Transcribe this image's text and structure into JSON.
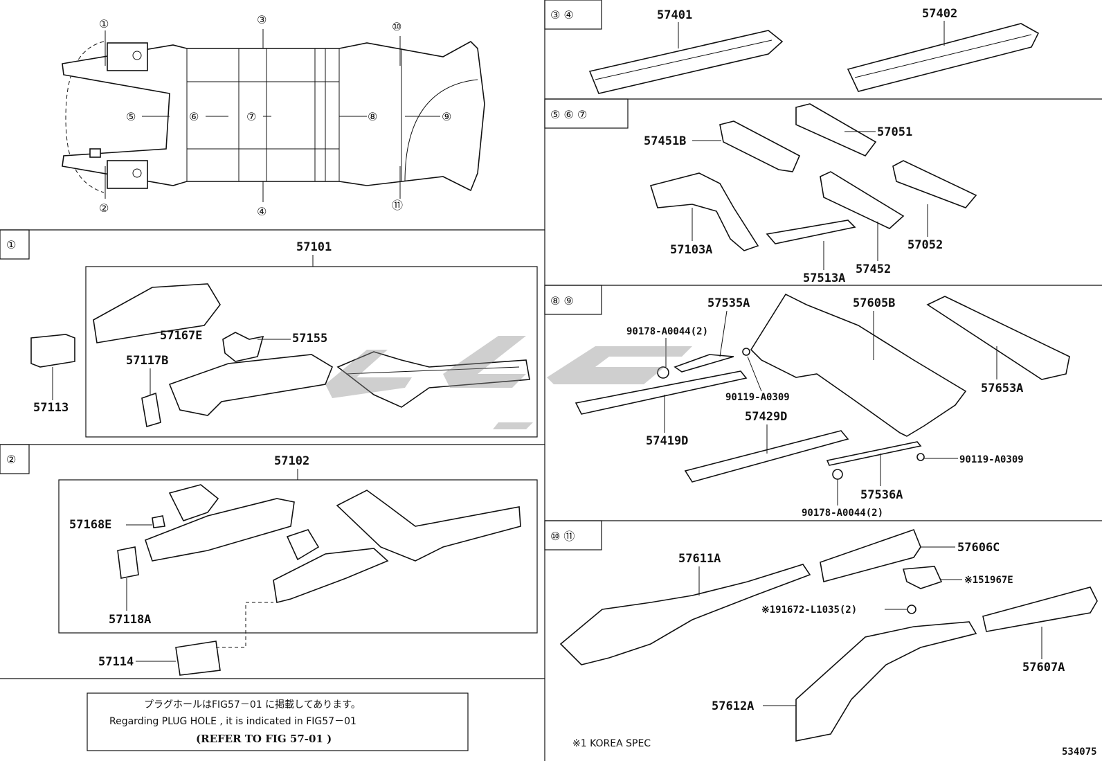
{
  "overview": {
    "markers": [
      "①",
      "②",
      "③",
      "④",
      "⑤",
      "⑥",
      "⑦",
      "⑧",
      "⑨",
      "⑩",
      "⑪"
    ]
  },
  "panels": {
    "p1": {
      "tag": "①",
      "assy": "57101",
      "parts": [
        "57167E",
        "57155",
        "57117B",
        "57113"
      ]
    },
    "p2": {
      "tag": "②",
      "assy": "57102",
      "parts": [
        "57168E",
        "57118A",
        "57114"
      ]
    },
    "p34": {
      "tag": "③ ④",
      "parts": [
        "57401",
        "57402"
      ]
    },
    "p567": {
      "tag": "⑤ ⑥ ⑦",
      "parts": [
        "57451B",
        "57051",
        "57103A",
        "57052",
        "57452",
        "57513A"
      ]
    },
    "p89": {
      "tag": "⑧ ⑨",
      "parts": [
        "57535A",
        "57605B",
        "90178-A0044(2)",
        "57653A",
        "90119-A0309",
        "57419D",
        "57429D",
        "90119-A0309",
        "57536A",
        "90178-A0044(2)"
      ]
    },
    "p1011": {
      "tag": "⑩ ⑪",
      "parts": [
        "57611A",
        "57606C",
        "※151967E",
        "※191672-L1035(2)",
        "57607A",
        "57612A"
      ]
    }
  },
  "note": {
    "line1": "プラグホールはFIG57－01 に掲載してあります。",
    "line2": "Regarding PLUG HOLE , it is indicated in FIG57－01",
    "line3": "(REFER TO FIG 57-01 )"
  },
  "footnote": "※1 KOREA SPEC",
  "figure_id": "534075"
}
